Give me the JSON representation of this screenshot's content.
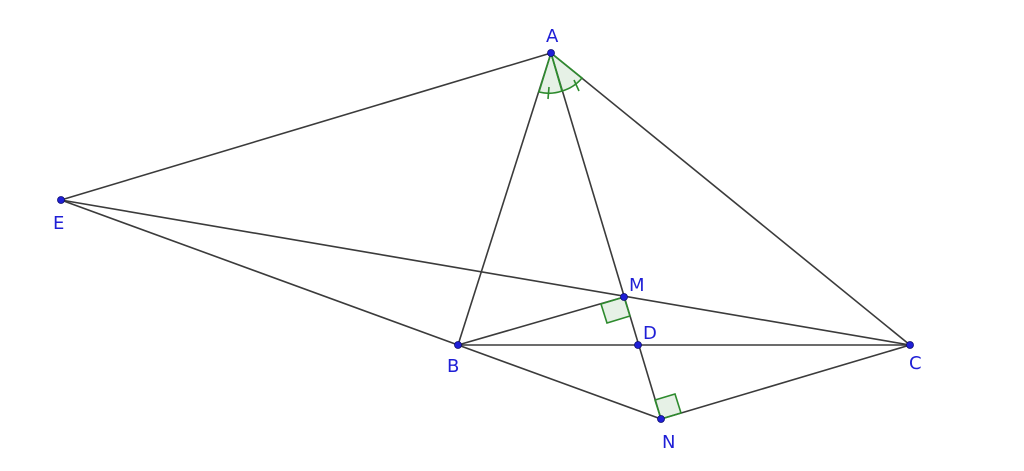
{
  "points": {
    "A": "A",
    "B": "B",
    "C": "C",
    "D": "D",
    "E": "E",
    "M": "M",
    "N": "N"
  },
  "colors": {
    "line": "#3b3b3b",
    "point": "#1f1fd6",
    "label": "#1f1fd6",
    "angle_mark": "#2e8b2e"
  }
}
